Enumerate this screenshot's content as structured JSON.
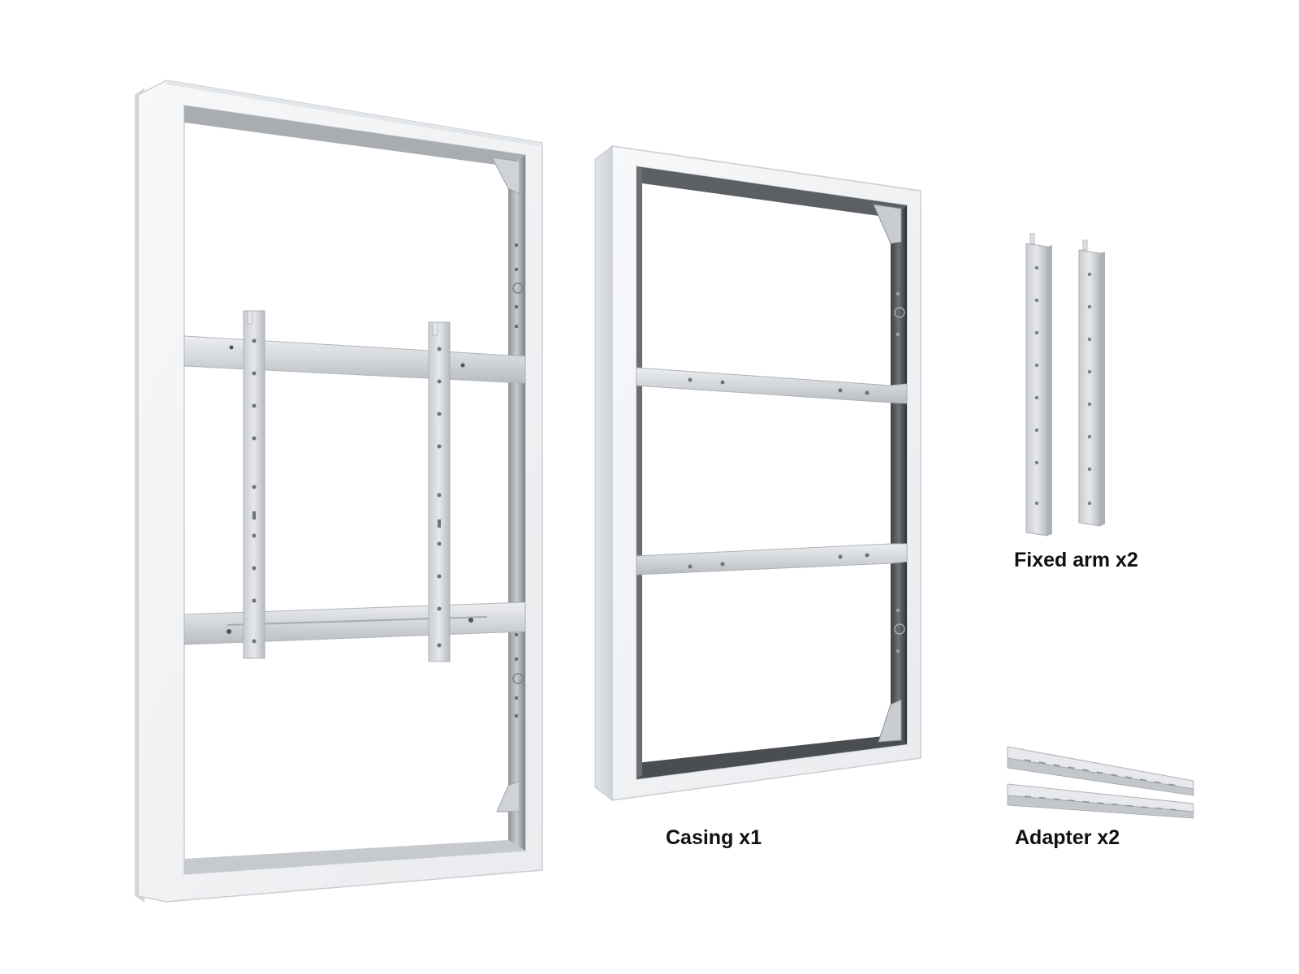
{
  "labels": {
    "casing": "Casing x1",
    "fixed_arm": "Fixed arm x2",
    "adapter": "Adapter x2"
  },
  "colors": {
    "background": "#ffffff",
    "frame_face": "#f3f4f6",
    "frame_side": "#dfe2e6",
    "metal_light": "#d9dcdf",
    "metal_mid": "#b9bdc2",
    "metal_dark": "#56595d",
    "label_text": "#111111"
  }
}
